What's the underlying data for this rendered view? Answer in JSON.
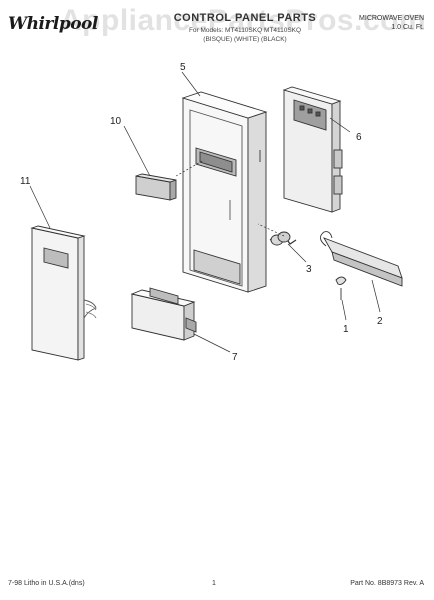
{
  "header": {
    "brand": "Whirlpool",
    "title": "CONTROL PANEL PARTS",
    "subtitle_line1": "For Models: MT4110SKQ MT4110SKQ",
    "subtitle_line2": "(BISQUE) (WHITE) (BLACK)",
    "product": "MICROWAVE OVEN",
    "capacity": "1.0 Cu. Ft."
  },
  "watermark": "AppliancePartsPros.com",
  "callouts": [
    "1",
    "2",
    "3",
    "5",
    "6",
    "7",
    "10",
    "11"
  ],
  "footer": {
    "left": "7-98 Litho in U.S.A.(dns)",
    "page": "1",
    "part_no": "Part No. 8B8973 Rev. A"
  }
}
